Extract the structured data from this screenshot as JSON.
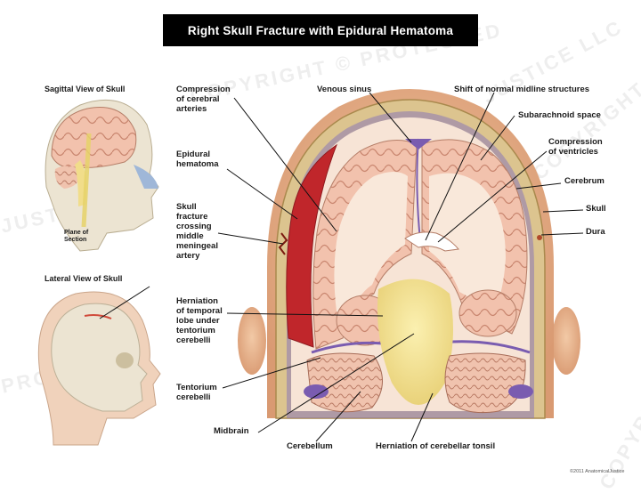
{
  "title": "Right Skull Fracture with Epidural Hematoma",
  "insets": {
    "sagittal_heading": "Sagittal View of Skull",
    "plane_label": "Plane of\nSection",
    "lateral_heading": "Lateral View of Skull"
  },
  "labels": {
    "compression_arteries": "Compression\nof cerebral\narteries",
    "epidural_hematoma": "Epidural\nhematoma",
    "skull_fracture": "Skull\nfracture\ncrossing\nmiddle\nmeningeal\nartery",
    "herniation_temporal": "Herniation\nof temporal\nlobe under\ntentorium\ncerebelli",
    "tentorium": "Tentorium\ncerebelli",
    "midbrain": "Midbrain",
    "cerebellum": "Cerebellum",
    "herniation_tonsil": "Herniation of cerebellar tonsil",
    "venous_sinus": "Venous sinus",
    "midline_shift": "Shift of normal midline structures",
    "subarachnoid": "Subarachnoid space",
    "compression_ventricles": "Compression\nof ventricles",
    "cerebrum": "Cerebrum",
    "skull": "Skull",
    "dura": "Dura"
  },
  "watermarks": [
    "COPYRIGHT © PROTECTED",
    "ANATOMICAL JUSTICE LLC",
    "PROTECTED",
    "JUSTICE"
  ],
  "copyright": "©2011 AnatomicalJustice",
  "colors": {
    "title_bg": "#000000",
    "title_text": "#ffffff",
    "hematoma": "#c0262b",
    "brain": "#f2c7b2",
    "white_matter": "#f7e2d3",
    "skull": "#d9c38e",
    "brainstem": "#f1dd8a",
    "sinus": "#7a5cb0",
    "skin": "#e9b48f"
  }
}
